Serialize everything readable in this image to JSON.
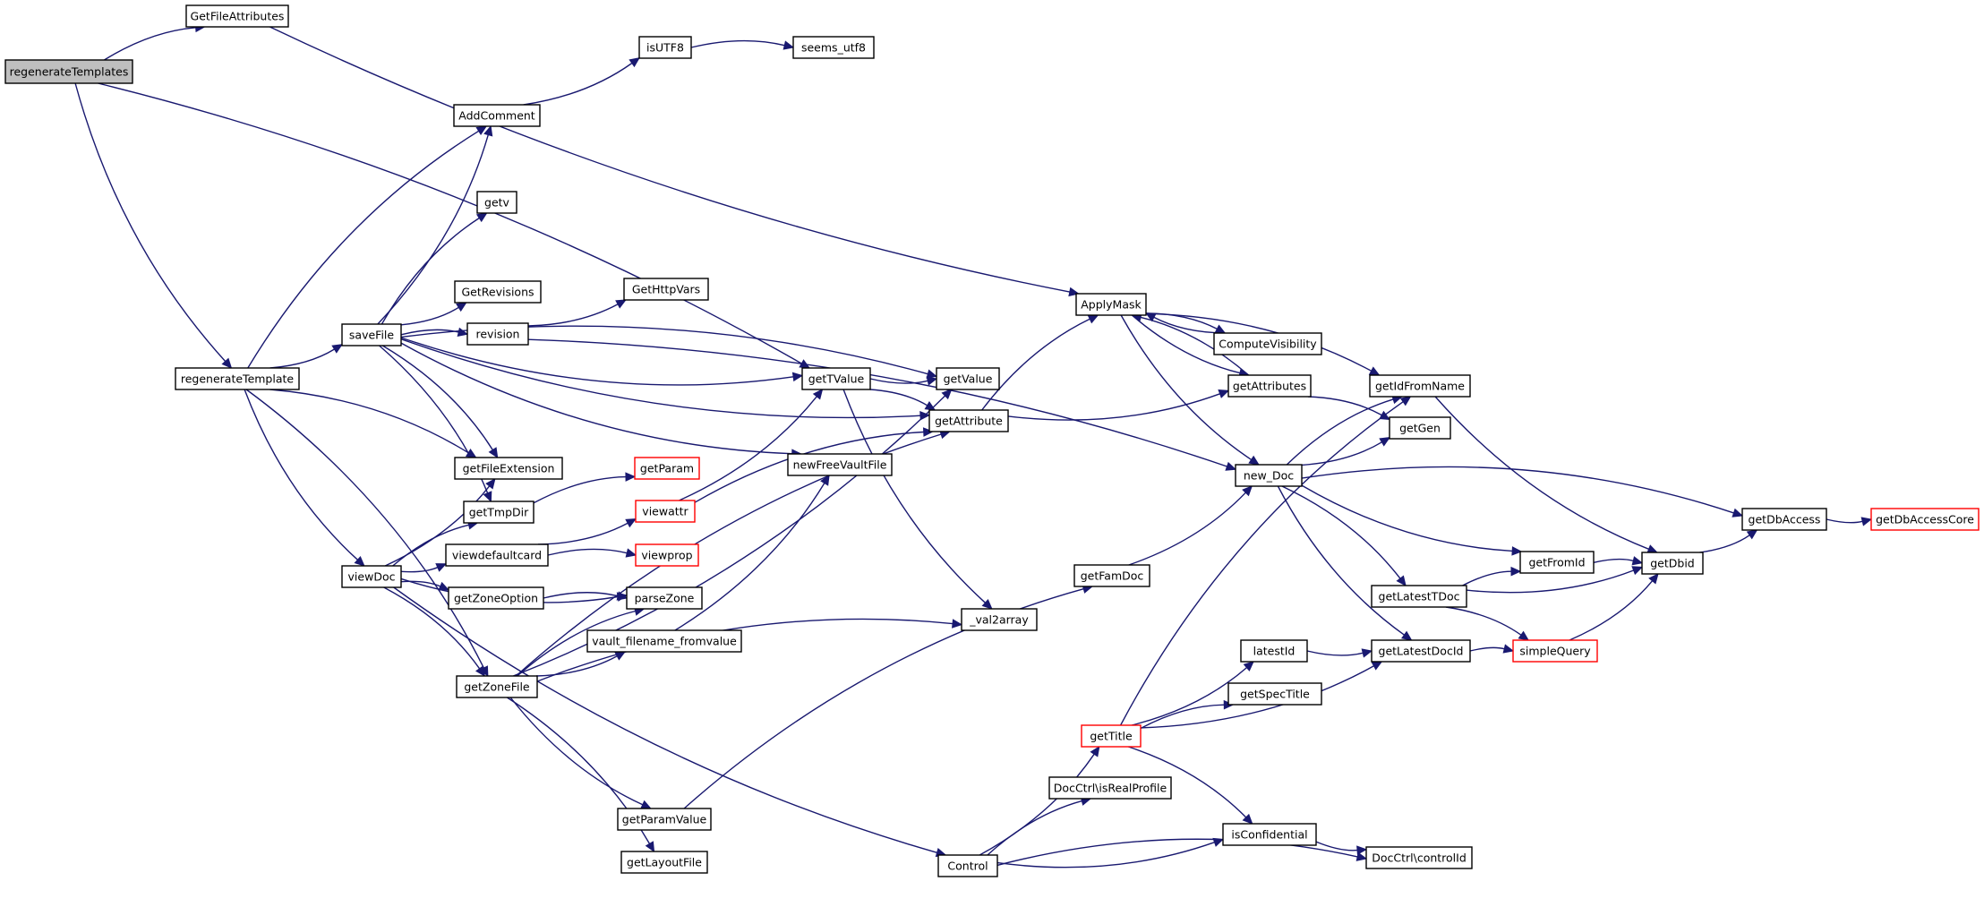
{
  "colors": {
    "edge": "#191970",
    "node_border": "#000000",
    "node_border_truncated": "#ff0000",
    "root_fill": "#bfbfbf"
  },
  "nodes": [
    {
      "id": "regenerateTemplates",
      "label": "regenerateTemplates",
      "style": "root"
    },
    {
      "id": "GetFileAttributes",
      "label": "GetFileAttributes"
    },
    {
      "id": "regenerateTemplate",
      "label": "regenerateTemplate"
    },
    {
      "id": "AddComment",
      "label": "AddComment"
    },
    {
      "id": "isUTF8",
      "label": "isUTF8"
    },
    {
      "id": "seems_utf8",
      "label": "seems_utf8"
    },
    {
      "id": "getv",
      "label": "getv"
    },
    {
      "id": "GetRevisions",
      "label": "GetRevisions"
    },
    {
      "id": "GetHttpVars",
      "label": "GetHttpVars"
    },
    {
      "id": "saveFile",
      "label": "saveFile"
    },
    {
      "id": "revision",
      "label": "revision"
    },
    {
      "id": "getTValue",
      "label": "getTValue"
    },
    {
      "id": "getValue",
      "label": "getValue"
    },
    {
      "id": "getAttribute",
      "label": "getAttribute"
    },
    {
      "id": "ApplyMask",
      "label": "ApplyMask"
    },
    {
      "id": "ComputeVisibility",
      "label": "ComputeVisibility"
    },
    {
      "id": "getAttributes",
      "label": "getAttributes"
    },
    {
      "id": "getIdFromName",
      "label": "getIdFromName"
    },
    {
      "id": "getGen",
      "label": "getGen"
    },
    {
      "id": "new_Doc",
      "label": "new_Doc"
    },
    {
      "id": "getFileExtension",
      "label": "getFileExtension"
    },
    {
      "id": "getParam",
      "label": "getParam",
      "style": "red"
    },
    {
      "id": "newFreeVaultFile",
      "label": "newFreeVaultFile"
    },
    {
      "id": "getTmpDir",
      "label": "getTmpDir"
    },
    {
      "id": "viewattr",
      "label": "viewattr",
      "style": "red"
    },
    {
      "id": "viewdefaultcard",
      "label": "viewdefaultcard"
    },
    {
      "id": "viewprop",
      "label": "viewprop",
      "style": "red"
    },
    {
      "id": "viewDoc",
      "label": "viewDoc"
    },
    {
      "id": "getZoneOption",
      "label": "getZoneOption"
    },
    {
      "id": "parseZone",
      "label": "parseZone"
    },
    {
      "id": "vault_filename_fromvalue",
      "label": "vault_filename_fromvalue"
    },
    {
      "id": "_val2array",
      "label": "_val2array"
    },
    {
      "id": "getZoneFile",
      "label": "getZoneFile"
    },
    {
      "id": "getFamDoc",
      "label": "getFamDoc"
    },
    {
      "id": "getDbAccess",
      "label": "getDbAccess"
    },
    {
      "id": "getDbAccessCore",
      "label": "getDbAccessCore",
      "style": "red"
    },
    {
      "id": "getFromId",
      "label": "getFromId"
    },
    {
      "id": "getDbid",
      "label": "getDbid"
    },
    {
      "id": "getLatestTDoc",
      "label": "getLatestTDoc"
    },
    {
      "id": "latestId",
      "label": "latestId"
    },
    {
      "id": "getLatestDocId",
      "label": "getLatestDocId"
    },
    {
      "id": "simpleQuery",
      "label": "simpleQuery",
      "style": "red"
    },
    {
      "id": "getSpecTitle",
      "label": "getSpecTitle"
    },
    {
      "id": "getTitle",
      "label": "getTitle",
      "style": "red"
    },
    {
      "id": "isRealProfile",
      "label": "DocCtrl\\isRealProfile"
    },
    {
      "id": "getParamValue",
      "label": "getParamValue"
    },
    {
      "id": "isConfidential",
      "label": "isConfidential"
    },
    {
      "id": "getLayoutFile",
      "label": "getLayoutFile"
    },
    {
      "id": "Control",
      "label": "Control"
    },
    {
      "id": "controlId",
      "label": "DocCtrl\\controlId"
    }
  ],
  "edges": [
    [
      "regenerateTemplates",
      "GetFileAttributes"
    ],
    [
      "regenerateTemplates",
      "regenerateTemplate"
    ],
    [
      "regenerateTemplates",
      "getTValue"
    ],
    [
      "GetFileAttributes",
      "ApplyMask"
    ],
    [
      "regenerateTemplate",
      "AddComment"
    ],
    [
      "regenerateTemplate",
      "saveFile"
    ],
    [
      "regenerateTemplate",
      "getFileExtension"
    ],
    [
      "regenerateTemplate",
      "viewDoc"
    ],
    [
      "regenerateTemplate",
      "getZoneFile"
    ],
    [
      "AddComment",
      "isUTF8"
    ],
    [
      "isUTF8",
      "seems_utf8"
    ],
    [
      "saveFile",
      "AddComment"
    ],
    [
      "saveFile",
      "getv"
    ],
    [
      "saveFile",
      "GetRevisions"
    ],
    [
      "saveFile",
      "revision"
    ],
    [
      "saveFile",
      "getTValue"
    ],
    [
      "saveFile",
      "getValue"
    ],
    [
      "saveFile",
      "getAttribute"
    ],
    [
      "saveFile",
      "getFileExtension"
    ],
    [
      "saveFile",
      "newFreeVaultFile"
    ],
    [
      "saveFile",
      "getTmpDir"
    ],
    [
      "revision",
      "GetHttpVars"
    ],
    [
      "revision",
      "new_Doc"
    ],
    [
      "getTValue",
      "getValue"
    ],
    [
      "getTValue",
      "getAttribute"
    ],
    [
      "getTValue",
      "_val2array"
    ],
    [
      "getAttribute",
      "ApplyMask"
    ],
    [
      "getAttribute",
      "getAttributes"
    ],
    [
      "ApplyMask",
      "ComputeVisibility"
    ],
    [
      "ApplyMask",
      "getAttributes"
    ],
    [
      "ApplyMask",
      "getIdFromName"
    ],
    [
      "ApplyMask",
      "new_Doc"
    ],
    [
      "ComputeVisibility",
      "ApplyMask"
    ],
    [
      "getAttributes",
      "ApplyMask"
    ],
    [
      "getAttributes",
      "getGen"
    ],
    [
      "getIdFromName",
      "getDbid"
    ],
    [
      "new_Doc",
      "getIdFromName"
    ],
    [
      "new_Doc",
      "getGen"
    ],
    [
      "new_Doc",
      "getDbAccess"
    ],
    [
      "new_Doc",
      "getFromId"
    ],
    [
      "new_Doc",
      "getLatestTDoc"
    ],
    [
      "new_Doc",
      "getLatestDocId"
    ],
    [
      "getTmpDir",
      "getParam"
    ],
    [
      "viewattr",
      "getTValue"
    ],
    [
      "viewattr",
      "getAttribute"
    ],
    [
      "viewdefaultcard",
      "viewattr"
    ],
    [
      "viewdefaultcard",
      "viewprop"
    ],
    [
      "viewDoc",
      "getFileExtension"
    ],
    [
      "viewDoc",
      "getTmpDir"
    ],
    [
      "viewDoc",
      "viewdefaultcard"
    ],
    [
      "viewDoc",
      "getZoneOption"
    ],
    [
      "viewDoc",
      "parseZone"
    ],
    [
      "viewDoc",
      "getZoneFile"
    ],
    [
      "viewDoc",
      "Control"
    ],
    [
      "getZoneOption",
      "parseZone"
    ],
    [
      "vault_filename_fromvalue",
      "newFreeVaultFile"
    ],
    [
      "getZoneFile",
      "parseZone"
    ],
    [
      "getZoneFile",
      "vault_filename_fromvalue"
    ],
    [
      "getZoneFile",
      "getAttribute"
    ],
    [
      "getZoneFile",
      "getValue"
    ],
    [
      "getZoneFile",
      "_val2array"
    ],
    [
      "getZoneFile",
      "getParamValue"
    ],
    [
      "getZoneFile",
      "getLayoutFile"
    ],
    [
      "getFamDoc",
      "new_Doc"
    ],
    [
      "getParamValue",
      "getFamDoc"
    ],
    [
      "getDbAccess",
      "getDbAccessCore"
    ],
    [
      "getFromId",
      "getDbid"
    ],
    [
      "getDbid",
      "getDbAccess"
    ],
    [
      "getLatestTDoc",
      "getFromId"
    ],
    [
      "getLatestTDoc",
      "getDbid"
    ],
    [
      "getLatestTDoc",
      "simpleQuery"
    ],
    [
      "latestId",
      "getLatestDocId"
    ],
    [
      "getLatestDocId",
      "simpleQuery"
    ],
    [
      "simpleQuery",
      "getDbid"
    ],
    [
      "getTitle",
      "getIdFromName"
    ],
    [
      "getTitle",
      "latestId"
    ],
    [
      "getTitle",
      "getSpecTitle"
    ],
    [
      "getTitle",
      "getLatestDocId"
    ],
    [
      "getTitle",
      "isConfidential"
    ],
    [
      "Control",
      "getTitle"
    ],
    [
      "Control",
      "isRealProfile"
    ],
    [
      "Control",
      "isConfidential"
    ],
    [
      "Control",
      "controlId"
    ],
    [
      "isConfidential",
      "controlId"
    ]
  ]
}
